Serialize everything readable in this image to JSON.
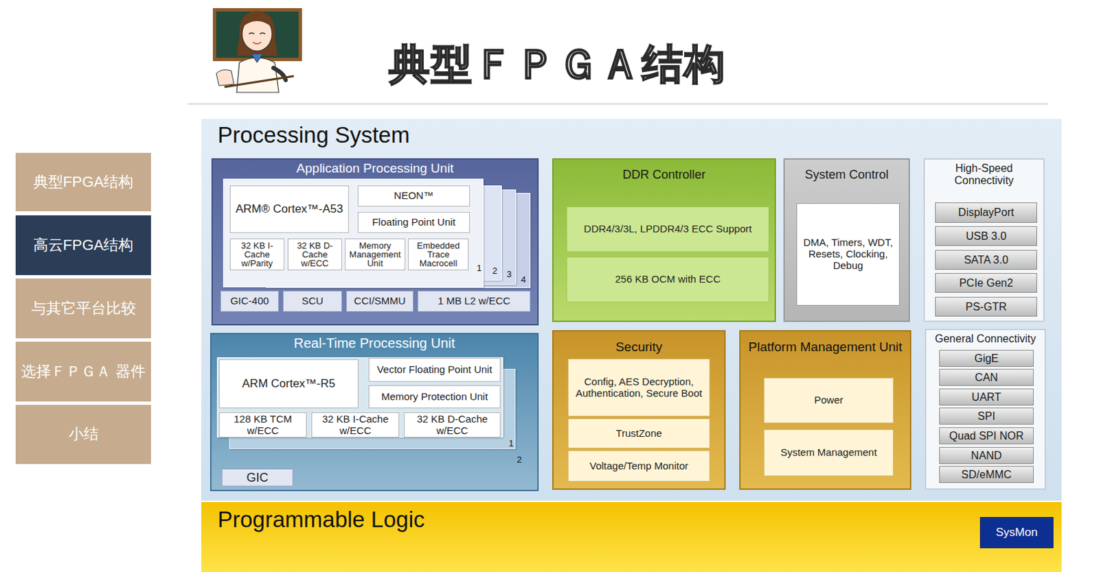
{
  "diagram": {
    "title": "典型ＦＰＧＡ结构",
    "nodes": [
      {
        "text": [
          "典型FPGA结构"
        ]
      },
      {
        "text": [
          "高云FPGA结构"
        ]
      },
      {
        "text": [
          "与其它平台比较"
        ]
      },
      {
        "text": [
          "选择ＦＰＧＡ 器件"
        ]
      },
      {
        "text": [
          "小结"
        ]
      },
      {
        "text": [
          "Processing System"
        ]
      },
      {
        "text": [
          "Application Processing Unit"
        ],
        "in": 5
      },
      {
        "text": [
          "ARM® Cortex™-A53"
        ],
        "in": 6
      },
      {
        "text": [
          "NEON™"
        ],
        "in": 6
      },
      {
        "text": [
          "Floating Point Unit"
        ],
        "in": 6
      },
      {
        "text": [
          "32 KB I-Cache w/Parity"
        ],
        "in": 6
      },
      {
        "text": [
          "32 KB D-Cache w/ECC"
        ],
        "in": 6
      },
      {
        "text": [
          "Memory Management Unit"
        ],
        "in": 6
      },
      {
        "text": [
          "Embedded Trace Macrocell"
        ],
        "in": 6
      },
      {
        "text": [
          "GIC-400"
        ],
        "in": 6
      },
      {
        "text": [
          "SCU"
        ],
        "in": 6
      },
      {
        "text": [
          "CCI/SMMU"
        ],
        "in": 6
      },
      {
        "text": [
          "1 MB L2 w/ECC"
        ],
        "in": 6
      },
      {
        "text": [
          "DDR Controller"
        ],
        "in": 5
      },
      {
        "text": [
          "DDR4/3/3L, LPDDR4/3 ECC Support"
        ],
        "in": 18
      },
      {
        "text": [
          "256 KB OCM with ECC"
        ],
        "in": 18
      },
      {
        "text": [
          "System Control"
        ],
        "in": 5
      },
      {
        "text": [
          "DMA, Timers, WDT, Resets, Clocking, Debug"
        ],
        "in": 21
      },
      {
        "text": [
          "High-Speed Connectivity"
        ],
        "in": 5
      },
      {
        "text": [
          "DisplayPort"
        ],
        "in": 23
      },
      {
        "text": [
          "USB 3.0"
        ],
        "in": 23
      },
      {
        "text": [
          "SATA 3.0"
        ],
        "in": 23
      },
      {
        "text": [
          "PCIe Gen2"
        ],
        "in": 23
      },
      {
        "text": [
          "PS-GTR"
        ],
        "in": 23
      },
      {
        "text": [
          "Real-Time Processing Unit"
        ],
        "in": 5
      },
      {
        "text": [
          "ARM Cortex™-R5"
        ],
        "in": 29
      },
      {
        "text": [
          "Vector Floating Point Unit"
        ],
        "in": 29
      },
      {
        "text": [
          "Memory Protection Unit"
        ],
        "in": 29
      },
      {
        "text": [
          "128 KB TCM w/ECC"
        ],
        "in": 29
      },
      {
        "text": [
          "32 KB I-Cache w/ECC"
        ],
        "in": 29
      },
      {
        "text": [
          "32 KB D-Cache w/ECC"
        ],
        "in": 29
      },
      {
        "text": [
          "GIC"
        ],
        "in": 29
      },
      {
        "text": [
          "Security"
        ],
        "in": 5
      },
      {
        "text": [
          "Config, AES Decryption, Authentication, Secure Boot"
        ],
        "in": 37
      },
      {
        "text": [
          "TrustZone"
        ],
        "in": 37
      },
      {
        "text": [
          "Voltage/Temp Monitor"
        ],
        "in": 37
      },
      {
        "text": [
          "Platform Management Unit"
        ],
        "in": 5
      },
      {
        "text": [
          "Power"
        ],
        "in": 41
      },
      {
        "text": [
          "System Management"
        ],
        "in": 41
      },
      {
        "text": [
          "General Connectivity"
        ],
        "in": 5
      },
      {
        "text": [
          "GigE"
        ],
        "in": 44
      },
      {
        "text": [
          "CAN"
        ],
        "in": 44
      },
      {
        "text": [
          "UART"
        ],
        "in": 44
      },
      {
        "text": [
          "SPI"
        ],
        "in": 44
      },
      {
        "text": [
          "Quad SPI NOR"
        ],
        "in": 44
      },
      {
        "text": [
          "NAND"
        ],
        "in": 44
      },
      {
        "text": [
          "SD/eMMC"
        ],
        "in": 44
      },
      {
        "text": [
          "Programmable Logic"
        ]
      },
      {
        "text": [
          "SysMon"
        ],
        "in": 52
      }
    ],
    "labels": [
      "1",
      "2",
      "3",
      "4",
      "1",
      "2"
    ]
  }
}
